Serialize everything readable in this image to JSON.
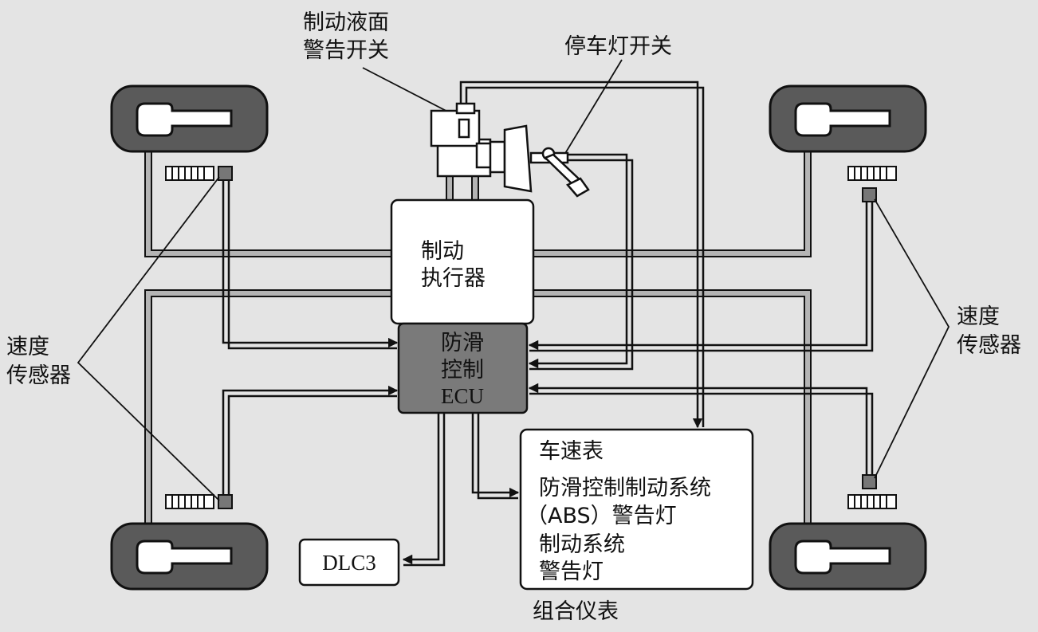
{
  "labels": {
    "fluid_switch_line1": "制动液面",
    "fluid_switch_line2": "警告开关",
    "stop_light_switch": "停车灯开关",
    "speed_sensor_left_line1": "速度",
    "speed_sensor_left_line2": "传感器",
    "speed_sensor_right_line1": "速度",
    "speed_sensor_right_line2": "传感器",
    "combination_meter": "组合仪表"
  },
  "actuator": {
    "line1": "制动",
    "line2": "执行器"
  },
  "ecu": {
    "line1": "防滑",
    "line2": "控制",
    "line3": "ECU"
  },
  "meter_box": {
    "line1": "车速表",
    "line2": "防滑控制制动系统",
    "line3": "（ABS）警告灯",
    "line4": "制动系统",
    "line5": "警告灯"
  },
  "dlc": {
    "label": "DLC3"
  },
  "colors": {
    "background": "#e4e4e4",
    "wheel_fill": "#5a5a5a",
    "ecu_fill": "#7a7a7a",
    "hydraulic_line": "#aaaaaa",
    "signal_line": "#111111"
  }
}
